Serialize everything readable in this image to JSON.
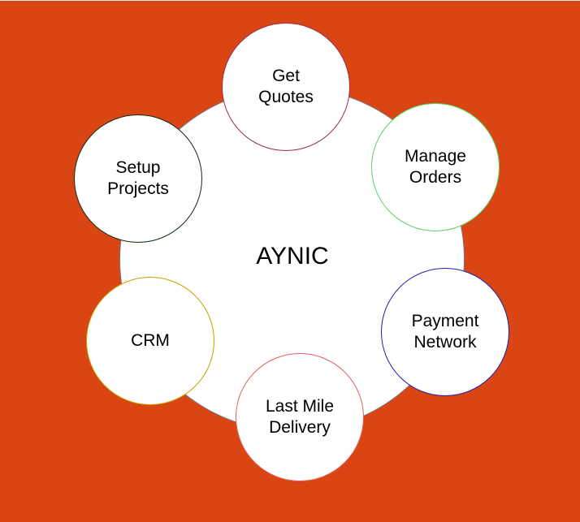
{
  "center": {
    "label": "AYNIC"
  },
  "nodes": [
    {
      "label": "Get\nQuotes",
      "border_color": "#9b2d4a"
    },
    {
      "label": "Manage\nOrders",
      "border_color": "#5fd35f"
    },
    {
      "label": "Payment\nNetwork",
      "border_color": "#1f1fa8"
    },
    {
      "label": "Last Mile\nDelivery",
      "border_color": "#e06060"
    },
    {
      "label": "CRM",
      "border_color": "#c8a000"
    },
    {
      "label": "Setup\nProjects",
      "border_color": "#0f2a0f"
    }
  ],
  "colors": {
    "background": "#d94614",
    "hub_fill": "#ffffff"
  }
}
